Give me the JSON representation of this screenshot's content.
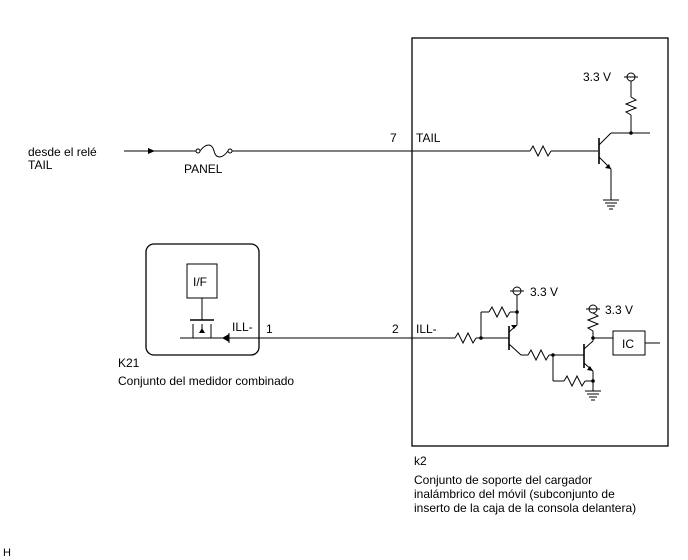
{
  "source_label": {
    "line1": "desde el relé",
    "line2": "TAIL"
  },
  "fuse_label": "PANEL",
  "pins": {
    "tail_pin": "7",
    "ill_pin_k2": "2",
    "ill_pin_k21": "1"
  },
  "k2": {
    "id": "k2",
    "pin_tail": "TAIL",
    "pin_ill": "ILL-",
    "voltage_top": "3.3 V",
    "voltage_mid": "3.3 V",
    "voltage_right": "3.3 V",
    "ic_label": "IC",
    "name_line1": "Conjunto de soporte del cargador",
    "name_line2": "inalámbrico del móvil (subconjunto de",
    "name_line3": "inserto de la caja de la consola delantera)"
  },
  "k21": {
    "id": "K21",
    "if_label": "I/F",
    "pin_ill": "ILL-",
    "name": "Conjunto del medidor combinado"
  },
  "corner_mark": "H"
}
